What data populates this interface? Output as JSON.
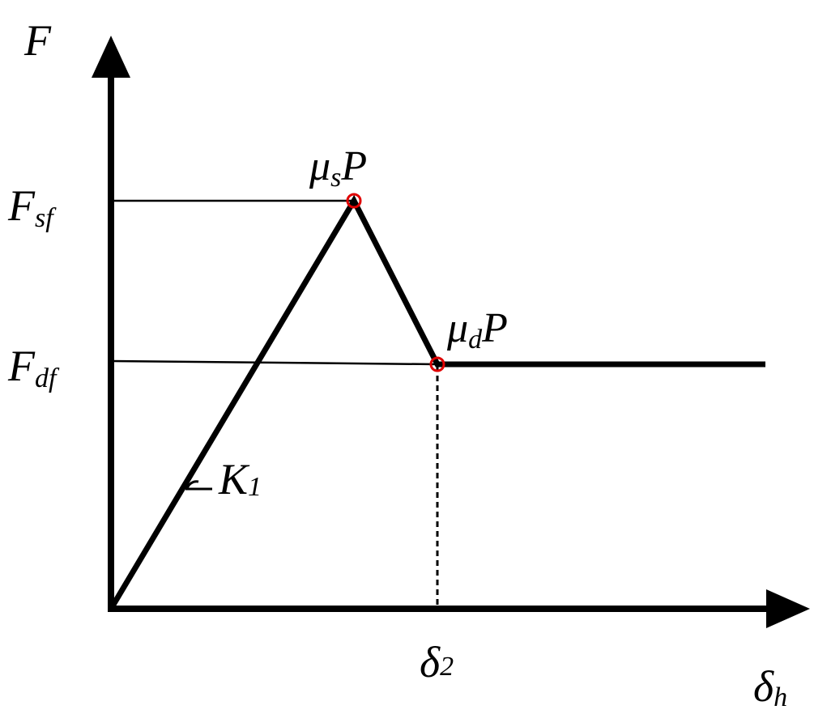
{
  "axes": {
    "y_label": "F",
    "x_label_base": "δ",
    "x_label_sub": "h"
  },
  "levels": {
    "static_base": "F",
    "static_sub": "sf",
    "dynamic_base": "F",
    "dynamic_sub": "df"
  },
  "points": {
    "peak_mu": "μ",
    "peak_sub": "s",
    "peak_tail": "P",
    "drop_mu": "μ",
    "drop_sub": "d",
    "drop_tail": "P"
  },
  "stiffness": {
    "base": "K",
    "sub": "1"
  },
  "x_tick": {
    "base": "δ",
    "sub": "2"
  },
  "colors": {
    "line": "#000000",
    "marker": "#e00000",
    "background": "#ffffff"
  }
}
